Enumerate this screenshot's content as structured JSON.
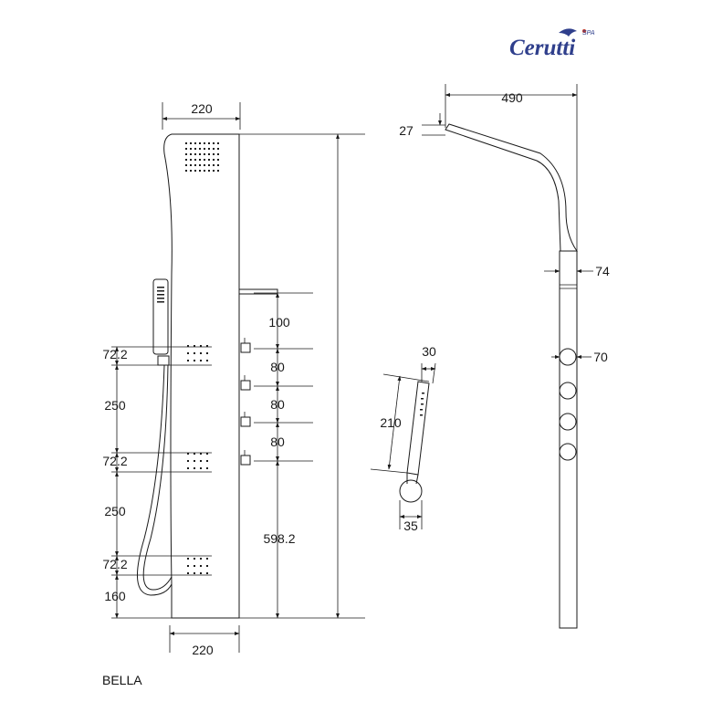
{
  "brand": {
    "name": "Cerutti",
    "suffix": "SPA",
    "accent_color": "#2f3f8c"
  },
  "model_name": "BELLA",
  "front_view": {
    "width_top": "220",
    "width_bottom": "220",
    "jet_block_label_1": "72.2",
    "jet_block_label_2": "72.2",
    "jet_block_label_3": "72.2",
    "gap_1": "250",
    "gap_2": "250",
    "bottom_offset": "160",
    "spout_to_valve": "100",
    "valve_spacing_1": "80",
    "valve_spacing_2": "80",
    "valve_spacing_3": "80",
    "valve_height": "598.2"
  },
  "side_view": {
    "arm_reach": "490",
    "arm_thickness": "27",
    "panel_depth": "74",
    "knob_diameter": "70"
  },
  "hand_shower": {
    "head_width": "30",
    "length": "210",
    "base_diameter": "35"
  }
}
